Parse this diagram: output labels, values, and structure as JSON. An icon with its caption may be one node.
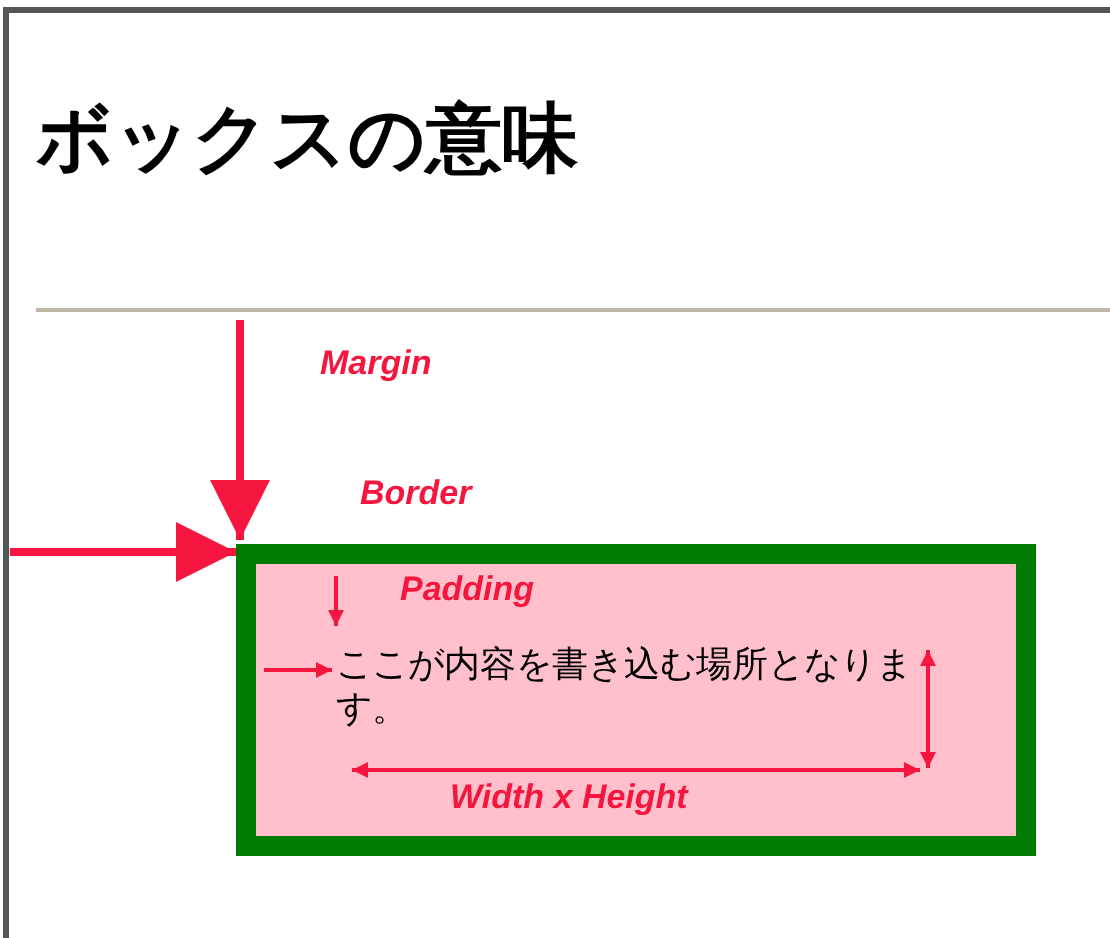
{
  "diagram": {
    "title": "ボックスの意味",
    "nodes": [
      {
        "text": [
          "ここが内容を書き込む場所となります。"
        ]
      }
    ],
    "labels": [
      "Margin",
      "Border",
      "Padding",
      "Width x Height"
    ]
  }
}
